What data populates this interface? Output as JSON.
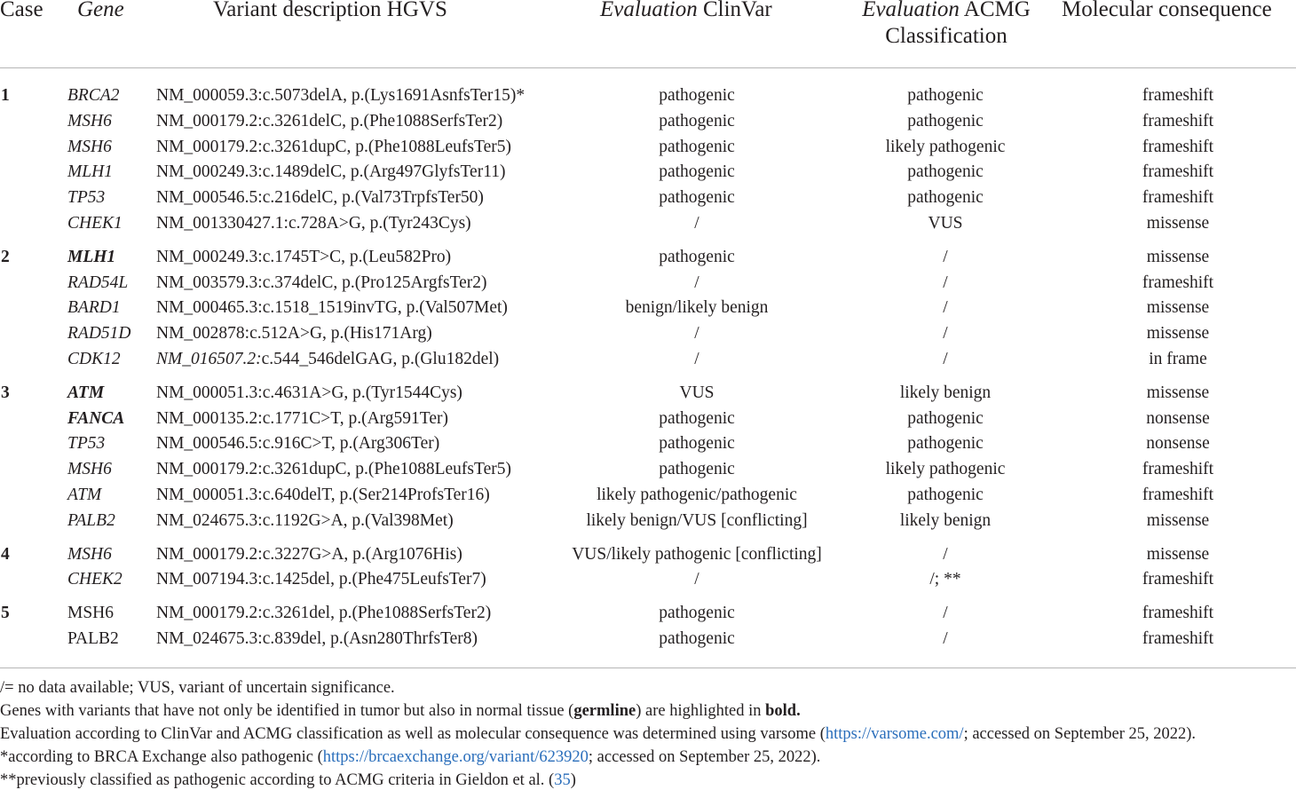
{
  "header": {
    "case": "Case",
    "gene": "Gene",
    "variant": "Variant description HGVS",
    "clinvar_italic": "Evaluation",
    "clinvar_rest": " ClinVar",
    "acmg_italic": "Evaluation",
    "acmg_line1_rest": " ACMG",
    "acmg_line2": "Classification",
    "molecular": "Molecular consequence"
  },
  "rows": [
    {
      "case": "1",
      "gene": "BRCA2",
      "gene_style": "italic",
      "variant": "NM_000059.3:c.5073delA, p.(Lys1691AsnfsTer15)*",
      "clinvar": "pathogenic",
      "acmg": "pathogenic",
      "consequence": "frameshift"
    },
    {
      "case": "",
      "gene": "MSH6",
      "gene_style": "italic",
      "variant": "NM_000179.2:c.3261delC, p.(Phe1088SerfsTer2)",
      "clinvar": "pathogenic",
      "acmg": "pathogenic",
      "consequence": "frameshift"
    },
    {
      "case": "",
      "gene": "MSH6",
      "gene_style": "italic",
      "variant": "NM_000179.2:c.3261dupC, p.(Phe1088LeufsTer5)",
      "clinvar": "pathogenic",
      "acmg": "likely pathogenic",
      "consequence": "frameshift"
    },
    {
      "case": "",
      "gene": "MLH1",
      "gene_style": "italic",
      "variant": "NM_000249.3:c.1489delC, p.(Arg497GlyfsTer11)",
      "clinvar": "pathogenic",
      "acmg": "pathogenic",
      "consequence": "frameshift"
    },
    {
      "case": "",
      "gene": "TP53",
      "gene_style": "italic",
      "variant": "NM_000546.5:c.216delC, p.(Val73TrpfsTer50)",
      "clinvar": "pathogenic",
      "acmg": "pathogenic",
      "consequence": "frameshift"
    },
    {
      "case": "",
      "gene": "CHEK1",
      "gene_style": "italic",
      "variant": "NM_001330427.1:c.728A>G, p.(Tyr243Cys)",
      "clinvar": "/",
      "acmg": "VUS",
      "consequence": "missense"
    },
    {
      "case": "2",
      "gene": "MLH1",
      "gene_style": "bold-italic",
      "variant": "NM_000249.3:c.1745T>C, p.(Leu582Pro)",
      "clinvar": "pathogenic",
      "acmg": "/",
      "consequence": "missense"
    },
    {
      "case": "",
      "gene": "RAD54L",
      "gene_style": "italic",
      "variant": "NM_003579.3:c.374delC, p.(Pro125ArgfsTer2)",
      "clinvar": "/",
      "acmg": "/",
      "consequence": "frameshift"
    },
    {
      "case": "",
      "gene": "BARD1",
      "gene_style": "italic",
      "variant": "NM_000465.3:c.1518_1519invTG, p.(Val507Met)",
      "clinvar": "benign/likely benign",
      "acmg": "/",
      "consequence": "missense"
    },
    {
      "case": "",
      "gene": "RAD51D",
      "gene_style": "italic",
      "variant": "NM_002878:c.512A>G, p.(His171Arg)",
      "clinvar": "/",
      "acmg": "/",
      "consequence": "missense"
    },
    {
      "case": "",
      "gene": "CDK12",
      "gene_style": "italic",
      "variant_italic": "NM_016507.2:",
      "variant": "c.544_546delGAG, p.(Glu182del)",
      "clinvar": "/",
      "acmg": "/",
      "consequence": "in frame"
    },
    {
      "case": "3",
      "gene": "ATM",
      "gene_style": "bold-italic",
      "variant": "NM_000051.3:c.4631A>G, p.(Tyr1544Cys)",
      "clinvar": "VUS",
      "acmg": "likely benign",
      "consequence": "missense"
    },
    {
      "case": "",
      "gene": "FANCA",
      "gene_style": "bold-italic",
      "variant": "NM_000135.2:c.1771C>T, p.(Arg591Ter)",
      "clinvar": "pathogenic",
      "acmg": "pathogenic",
      "consequence": "nonsense"
    },
    {
      "case": "",
      "gene": "TP53",
      "gene_style": "italic",
      "variant": "NM_000546.5:c.916C>T, p.(Arg306Ter)",
      "clinvar": "pathogenic",
      "acmg": "pathogenic",
      "consequence": "nonsense"
    },
    {
      "case": "",
      "gene": "MSH6",
      "gene_style": "italic",
      "variant": "NM_000179.2:c.3261dupC, p.(Phe1088LeufsTer5)",
      "clinvar": "pathogenic",
      "acmg": "likely pathogenic",
      "consequence": "frameshift"
    },
    {
      "case": "",
      "gene": "ATM",
      "gene_style": "italic",
      "variant": "NM_000051.3:c.640delT, p.(Ser214ProfsTer16)",
      "clinvar": "likely pathogenic/pathogenic",
      "acmg": "pathogenic",
      "consequence": "frameshift"
    },
    {
      "case": "",
      "gene": "PALB2",
      "gene_style": "italic",
      "variant": "NM_024675.3:c.1192G>A, p.(Val398Met)",
      "clinvar": "likely benign/VUS [conflicting]",
      "acmg": "likely benign",
      "consequence": "missense"
    },
    {
      "case": "4",
      "gene": "MSH6",
      "gene_style": "italic",
      "variant": "NM_000179.2:c.3227G>A, p.(Arg1076His)",
      "clinvar": "VUS/likely pathogenic [conflicting]",
      "acmg": "/",
      "consequence": "missense"
    },
    {
      "case": "",
      "gene": "CHEK2",
      "gene_style": "italic",
      "variant": "NM_007194.3:c.1425del, p.(Phe475LeufsTer7)",
      "clinvar": "/",
      "acmg": "/; **",
      "consequence": "frameshift"
    },
    {
      "case": "5",
      "gene": "MSH6",
      "gene_style": "normal",
      "variant": "NM_000179.2:c.3261del, p.(Phe1088SerfsTer2)",
      "clinvar": "pathogenic",
      "acmg": "/",
      "consequence": "frameshift"
    },
    {
      "case": "",
      "gene": "PALB2",
      "gene_style": "normal",
      "variant": "NM_024675.3:c.839del, p.(Asn280ThrfsTer8)",
      "clinvar": "pathogenic",
      "acmg": "/",
      "consequence": "frameshift"
    }
  ],
  "footnotes": {
    "fn1": "/= no data available; VUS, variant of uncertain significance.",
    "fn2_a": "Genes with variants that have not only be identified in tumor but also in normal tissue (",
    "fn2_bold1": "germline",
    "fn2_b": ") are highlighted in ",
    "fn2_bold2": "bold.",
    "fn3_a": "Evaluation according to ClinVar and ACMG classification as well as molecular consequence was determined using varsome (",
    "fn3_link": "https://varsome.com/",
    "fn3_b": "; accessed on September 25, 2022).",
    "fn4_a": "*according to BRCA Exchange also pathogenic (",
    "fn4_link": "https://brcaexchange.org/variant/623920",
    "fn4_b": "; accessed on September 25, 2022).",
    "fn5_a": "**previously classified as pathogenic according to ACMG criteria in Gieldon et al. (",
    "fn5_link": "35",
    "fn5_b": ")"
  },
  "colors": {
    "text": "#231f20",
    "rule": "#b5b5b5",
    "link": "#2a6ebb"
  }
}
